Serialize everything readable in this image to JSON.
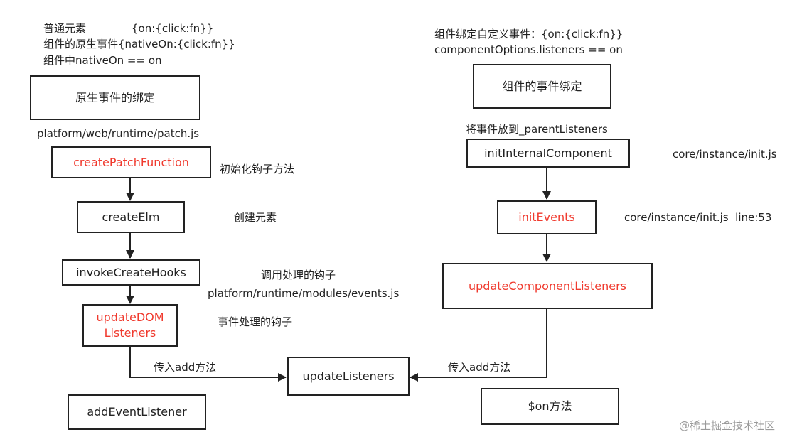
{
  "left": {
    "intro": [
      "普通元素",
      "{on:{click:fn}}",
      "组件的原生事件{nativeOn:{click:fn}}",
      "组件中nativeOn == on"
    ],
    "native_box": "原生事件的绑定",
    "patch_path": "platform/web/runtime/patch.js",
    "create_patch": "createPatchFunction",
    "create_patch_note": "初始化钩子方法",
    "create_elm": "createElm",
    "create_elm_note": "创建元素",
    "invoke_hooks": "invokeCreateHooks",
    "invoke_note": "调用处理的钩子",
    "events_path": "platform/runtime/modules/events.js",
    "update_dom_line1": "updateDOM",
    "update_dom_line2": "Listeners",
    "update_dom_note": "事件处理的钩子",
    "pass_add": "传入add方法",
    "add_event_listener": "addEventListener"
  },
  "center": {
    "update_listeners": "updateListeners"
  },
  "right": {
    "intro": [
      "组件绑定自定义事件：{on:{click:fn}}",
      "componentOptions.listeners == on"
    ],
    "component_box": "组件的事件绑定",
    "parent_listeners_note": "将事件放到_parentListeners",
    "init_internal": "initInternalComponent",
    "init_path": "core/instance/init.js",
    "init_events": "initEvents",
    "init_events_path": "core/instance/init.js  line:53",
    "update_component": "updateComponentListeners",
    "pass_add": "传入add方法",
    "on_method": "$on方法"
  },
  "watermark": "@稀土掘金技术社区",
  "colors": {
    "highlight": "#f03a2e",
    "stroke": "#222222"
  }
}
